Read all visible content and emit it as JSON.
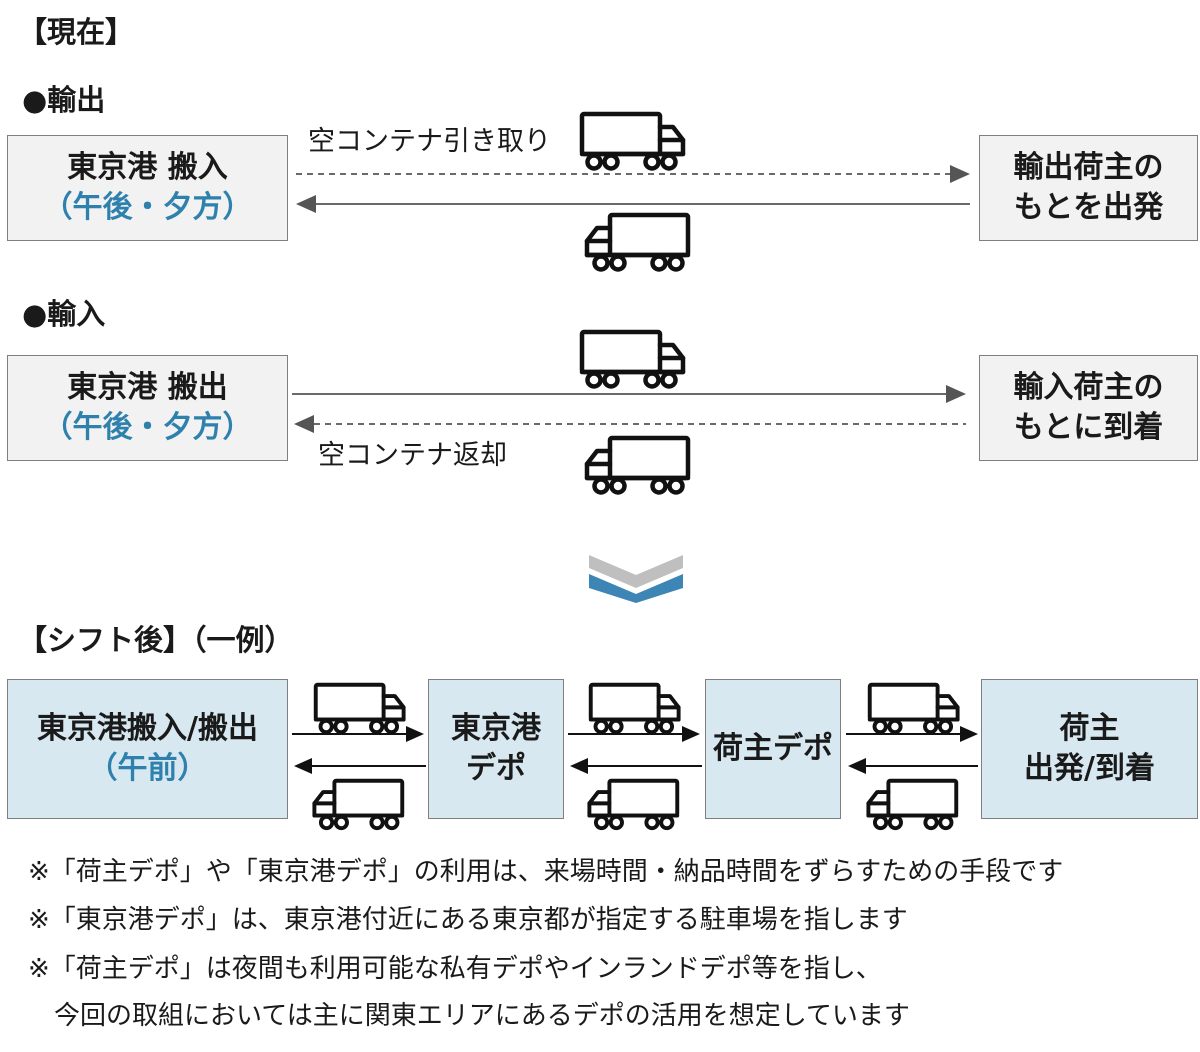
{
  "current": {
    "heading": "【現在】",
    "export": {
      "heading": "●輸出",
      "port_box": {
        "line1": "東京港 搬入",
        "line2": "（午後・夕方）"
      },
      "shipper_box": {
        "line1": "輸出荷主の",
        "line2": "もとを出発"
      },
      "top_label": "空コンテナ引き取り"
    },
    "import": {
      "heading": "●輸入",
      "port_box": {
        "line1": "東京港 搬出",
        "line2": "（午後・夕方）"
      },
      "shipper_box": {
        "line1": "輸入荷主の",
        "line2": "もとに到着"
      },
      "bottom_label": "空コンテナ返却"
    }
  },
  "shift": {
    "heading": "【シフト後】（一例）",
    "box1": {
      "line1": "東京港搬入/搬出",
      "line2": "（午前）"
    },
    "box2": {
      "line1": "東京港",
      "line2": "デポ"
    },
    "box3": {
      "line1": "荷主デポ"
    },
    "box4": {
      "line1": "荷主",
      "line2": "出発/到着"
    }
  },
  "notes": [
    "※「荷主デポ」や「東京港デポ」の利用は、来場時間・納品時間をずらすための手段です",
    "※「東京港デポ」は、東京港付近にある東京都が指定する駐車場を指します",
    "※「荷主デポ」は夜間も利用可能な私有デポやインランドデポ等を指し、",
    "　今回の取組においては主に関東エリアにあるデポの活用を想定しています"
  ],
  "colors": {
    "accent": "#2e81ad",
    "gray_box": "#f2f2f2",
    "blue_box": "#d7e8f1",
    "chevron_gray": "#bfbfbf",
    "chevron_blue": "#3d85b5"
  },
  "icons": [
    "truck-right-icon",
    "truck-left-icon",
    "down-chevron-icon"
  ]
}
